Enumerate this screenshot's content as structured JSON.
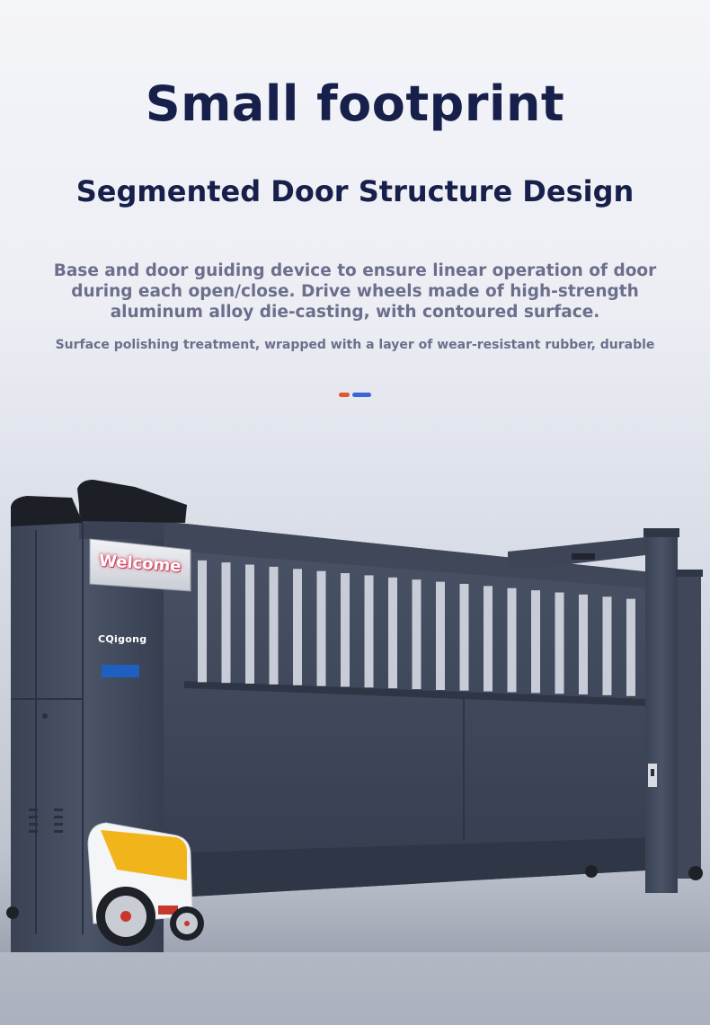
{
  "header": {
    "title": "Small footprint",
    "subtitle": "Segmented Door Structure Design",
    "description": "Base and door guiding device to ensure linear operation of door during each open/close. Drive wheels made of high-strength aluminum alloy die-casting, with contoured surface.",
    "note": "Surface polishing treatment, wrapped with a layer of wear-resistant rubber, durable"
  },
  "indicator": {
    "colors": {
      "active": "#e2572b",
      "inactive": "#3a66d6"
    }
  },
  "product": {
    "sign_text": "Welcome",
    "brand_text": "CQigong",
    "gate_color": "#3a4356",
    "motor_accent_color": "#f2b41b"
  }
}
